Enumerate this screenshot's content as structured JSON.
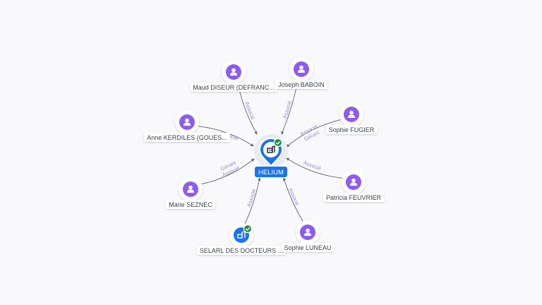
{
  "center": {
    "label": "HELIUM",
    "verified": true,
    "icon": "company-icon",
    "color": "#1a73e8"
  },
  "colors": {
    "person": "#8c5cf0",
    "company": "#1a73e8",
    "edge": "#5a6172",
    "edge_label": "#8a8fc7",
    "check": "#1e8e3e"
  },
  "nodes": [
    {
      "id": "maud",
      "label": "Maud DISEUR (DEFRANC...",
      "kind": "person",
      "links": [
        "Associé"
      ]
    },
    {
      "id": "joseph",
      "label": "Joseph BABOIN",
      "kind": "person",
      "links": [
        "Associé"
      ]
    },
    {
      "id": "sophie-f",
      "label": "Sophie FUGIER",
      "kind": "person",
      "links": [
        "Gérant",
        "Associé"
      ]
    },
    {
      "id": "anne",
      "label": "Anne KERDILES (GOUES...",
      "kind": "person",
      "links": [
        "Associé"
      ]
    },
    {
      "id": "patricia",
      "label": "Patricia FEUVRIER",
      "kind": "person",
      "links": [
        "Associé"
      ]
    },
    {
      "id": "marie",
      "label": "Marie SEZNEC",
      "kind": "person",
      "links": [
        "Gérant",
        "Associé"
      ]
    },
    {
      "id": "selarl",
      "label": "SELARL DES DOCTEURS ...",
      "kind": "company",
      "verified": true,
      "links": [
        "Associé"
      ]
    },
    {
      "id": "sophie-l",
      "label": "Sophie LUNEAU",
      "kind": "person",
      "links": [
        "Associé"
      ]
    }
  ]
}
